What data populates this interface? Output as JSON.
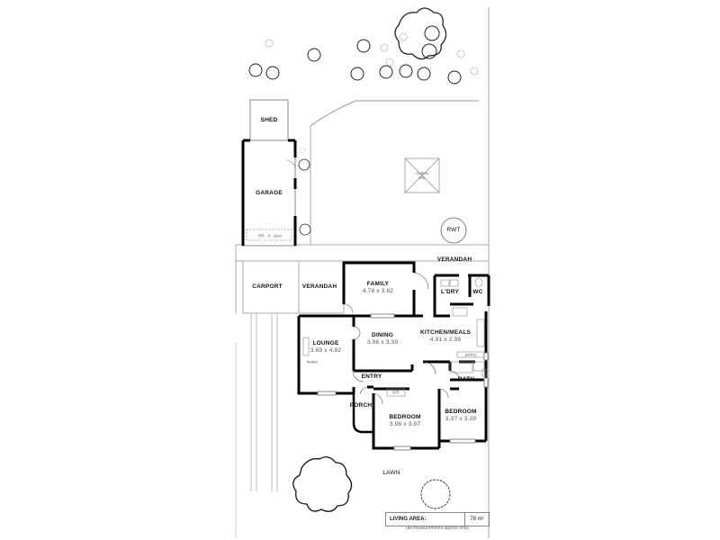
{
  "plan": {
    "rooms": {
      "shed": {
        "label": "SHED"
      },
      "garage": {
        "label": "GARAGE",
        "door_note": "RR - d - door"
      },
      "carport": {
        "label": "CARPORT"
      },
      "verandah_left": {
        "label": "VERANDAH"
      },
      "verandah_right": {
        "label": "VERANDAH"
      },
      "family": {
        "label": "FAMILY",
        "dims": "4.78 x 3.82"
      },
      "laundry": {
        "label": "L'DRY"
      },
      "wc": {
        "label": "WC"
      },
      "lounge": {
        "label": "LOUNGE",
        "dims": "3.69 x 4.92",
        "note": "heater"
      },
      "dining": {
        "label": "DINING",
        "dims": "3.96 x 3.39"
      },
      "kitchen": {
        "label": "KITCHEN/MEALS",
        "dims": "4.91 x 2.98"
      },
      "entry": {
        "label": "ENTRY"
      },
      "bath": {
        "label": "BATH"
      },
      "porch": {
        "label": "PORCH"
      },
      "bedroom1": {
        "label": "BEDROOM",
        "dims": "3.98 x 3.97"
      },
      "bedroom2": {
        "label": "BEDROOM",
        "dims": "3.37 x 3.39"
      }
    },
    "site": {
      "clothes_line": "clothes line",
      "rwt": "RWT",
      "lawn": "LAWN",
      "linen": "lin",
      "bir": "B/R",
      "pantry": "pantry",
      "cupboard": "cpd"
    },
    "summary": {
      "living_area_label": "LIVING AREA:",
      "living_area_value": "78 m²",
      "note": "(all measurements approx only)"
    }
  }
}
